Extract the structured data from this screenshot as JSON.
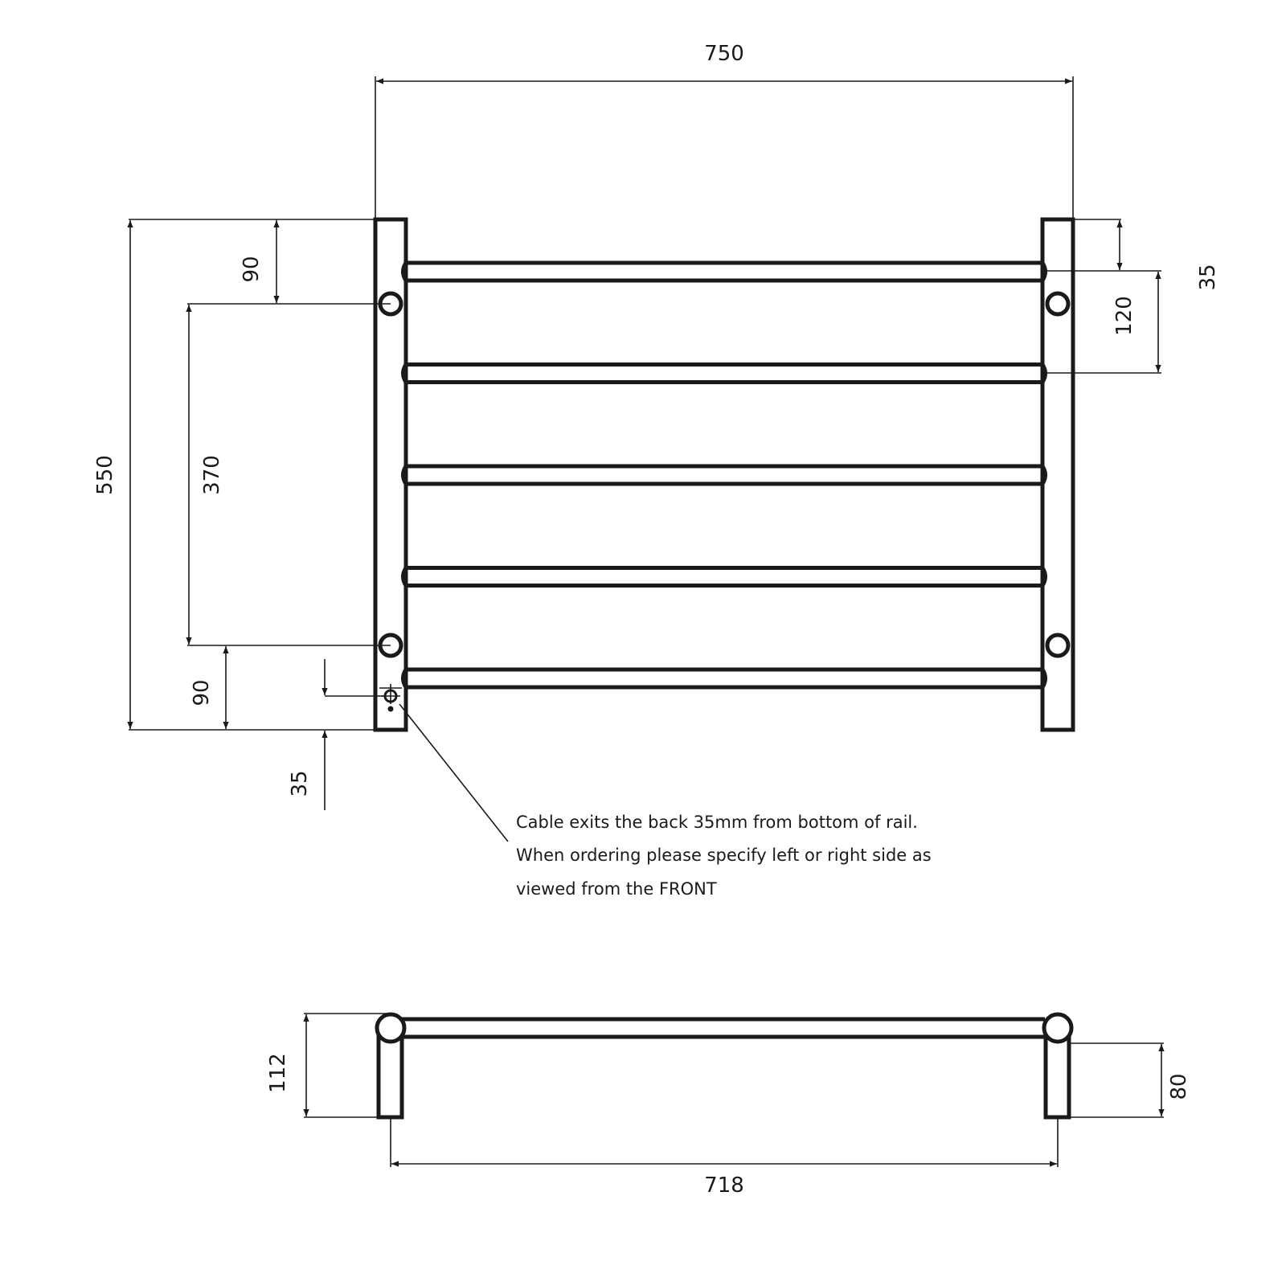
{
  "front_view": {
    "dimensions": {
      "overall_width": "750",
      "overall_height": "550",
      "top_to_mount": "90",
      "mount_spacing": "370",
      "mount_to_bottom": "90",
      "cable_from_bottom": "35",
      "top_to_first_bar": "35",
      "bar_spacing": "120"
    },
    "bar_count": 5,
    "note_lines": [
      "Cable exits the back 35mm from bottom of rail.",
      "When ordering please specify left or right side as",
      "viewed from the FRONT"
    ]
  },
  "side_view": {
    "dimensions": {
      "depth_overall": "112",
      "depth_wall": "80",
      "post_centres": "718"
    }
  },
  "colors": {
    "line": "#1a1a1a",
    "background": "#ffffff"
  }
}
